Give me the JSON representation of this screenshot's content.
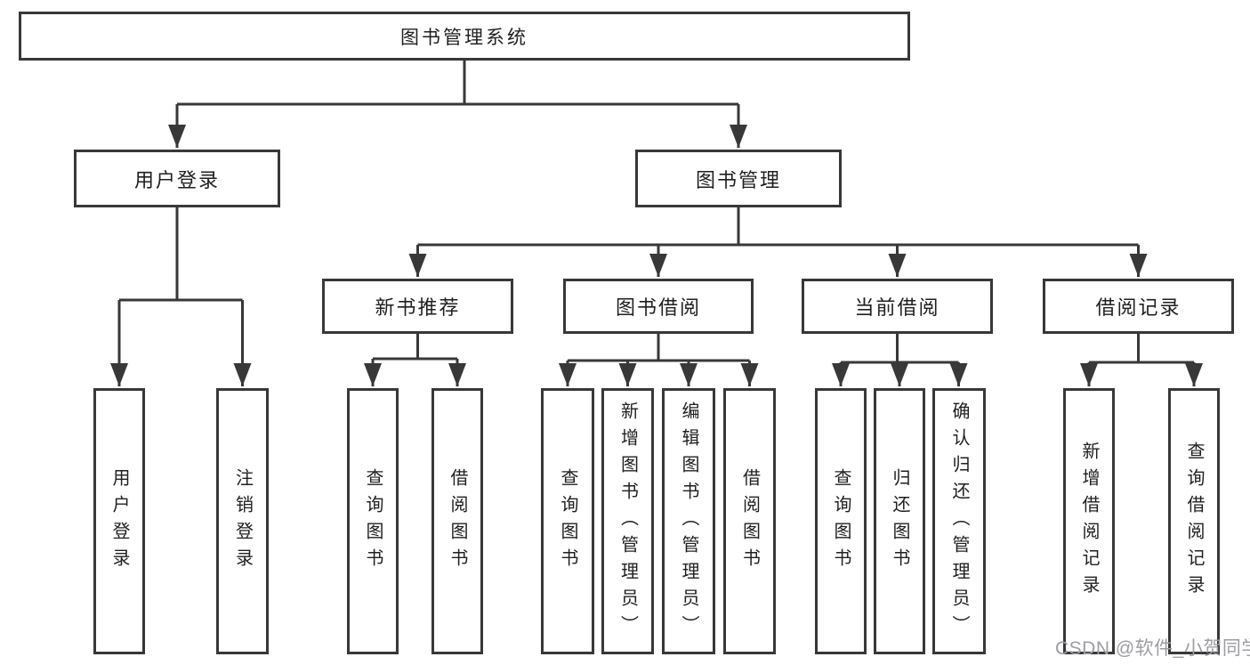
{
  "diagram": {
    "root": {
      "label": "图书管理系统"
    },
    "children": [
      {
        "label": "用户登录",
        "children": [
          {
            "label": "用户登录"
          },
          {
            "label": "注销登录"
          }
        ]
      },
      {
        "label": "图书管理",
        "children": [
          {
            "label": "新书推荐",
            "children": [
              {
                "label": "查询图书"
              },
              {
                "label": "借阅图书"
              }
            ]
          },
          {
            "label": "图书借阅",
            "children": [
              {
                "label": "查询图书"
              },
              {
                "label": "新增图书（管理员）"
              },
              {
                "label": "编辑图书（管理员）"
              },
              {
                "label": "借阅图书"
              }
            ]
          },
          {
            "label": "当前借阅",
            "children": [
              {
                "label": "查询图书"
              },
              {
                "label": "归还图书"
              },
              {
                "label": "确认归还（管理员）"
              }
            ]
          },
          {
            "label": "借阅记录",
            "children": [
              {
                "label": "新增借阅记录"
              },
              {
                "label": "查询借阅记录"
              }
            ]
          }
        ]
      }
    ]
  },
  "watermark": {
    "text": "CSDN @软件_小贺同学"
  },
  "colors": {
    "border": "#383838",
    "line": "#383838",
    "text": "#1f1f1f",
    "background": "#ffffff",
    "watermark": "#9d9da2"
  }
}
